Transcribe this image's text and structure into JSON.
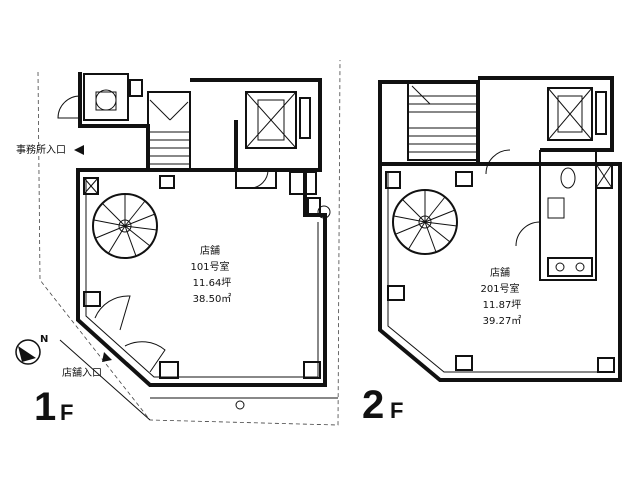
{
  "floor1": {
    "label": "1F",
    "label_num": "1",
    "label_f": "F",
    "office_entrance": "事務所入口",
    "shop_entrance": "店舗入口",
    "room": {
      "type": "店舗",
      "number": "101号室",
      "tsubo": "11.64坪",
      "area": "38.50㎡"
    }
  },
  "floor2": {
    "label": "2F",
    "label_num": "2",
    "label_f": "F",
    "room": {
      "type": "店舗",
      "number": "201号室",
      "tsubo": "11.87坪",
      "area": "39.27㎡"
    }
  },
  "compass": {
    "north_letter": "N",
    "icon": "north-arrow-icon"
  },
  "colors": {
    "line": "#111111",
    "background": "#ffffff"
  }
}
